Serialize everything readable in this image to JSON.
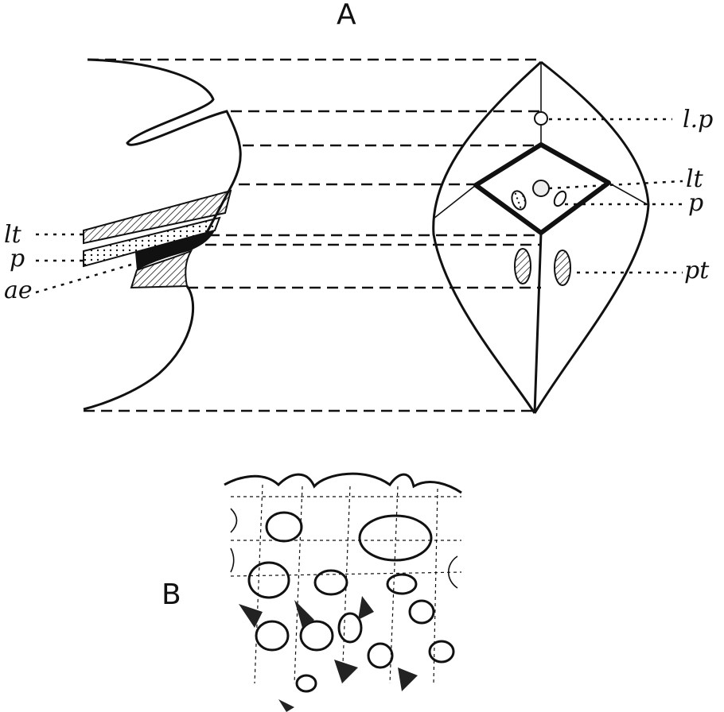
{
  "figure": {
    "panel_a": {
      "title": "A",
      "left_labels": [
        "lt",
        "p",
        "ae"
      ],
      "right_labels": [
        "l.p",
        "lt",
        "p",
        "pt"
      ]
    },
    "panel_b": {
      "title": "B"
    }
  }
}
